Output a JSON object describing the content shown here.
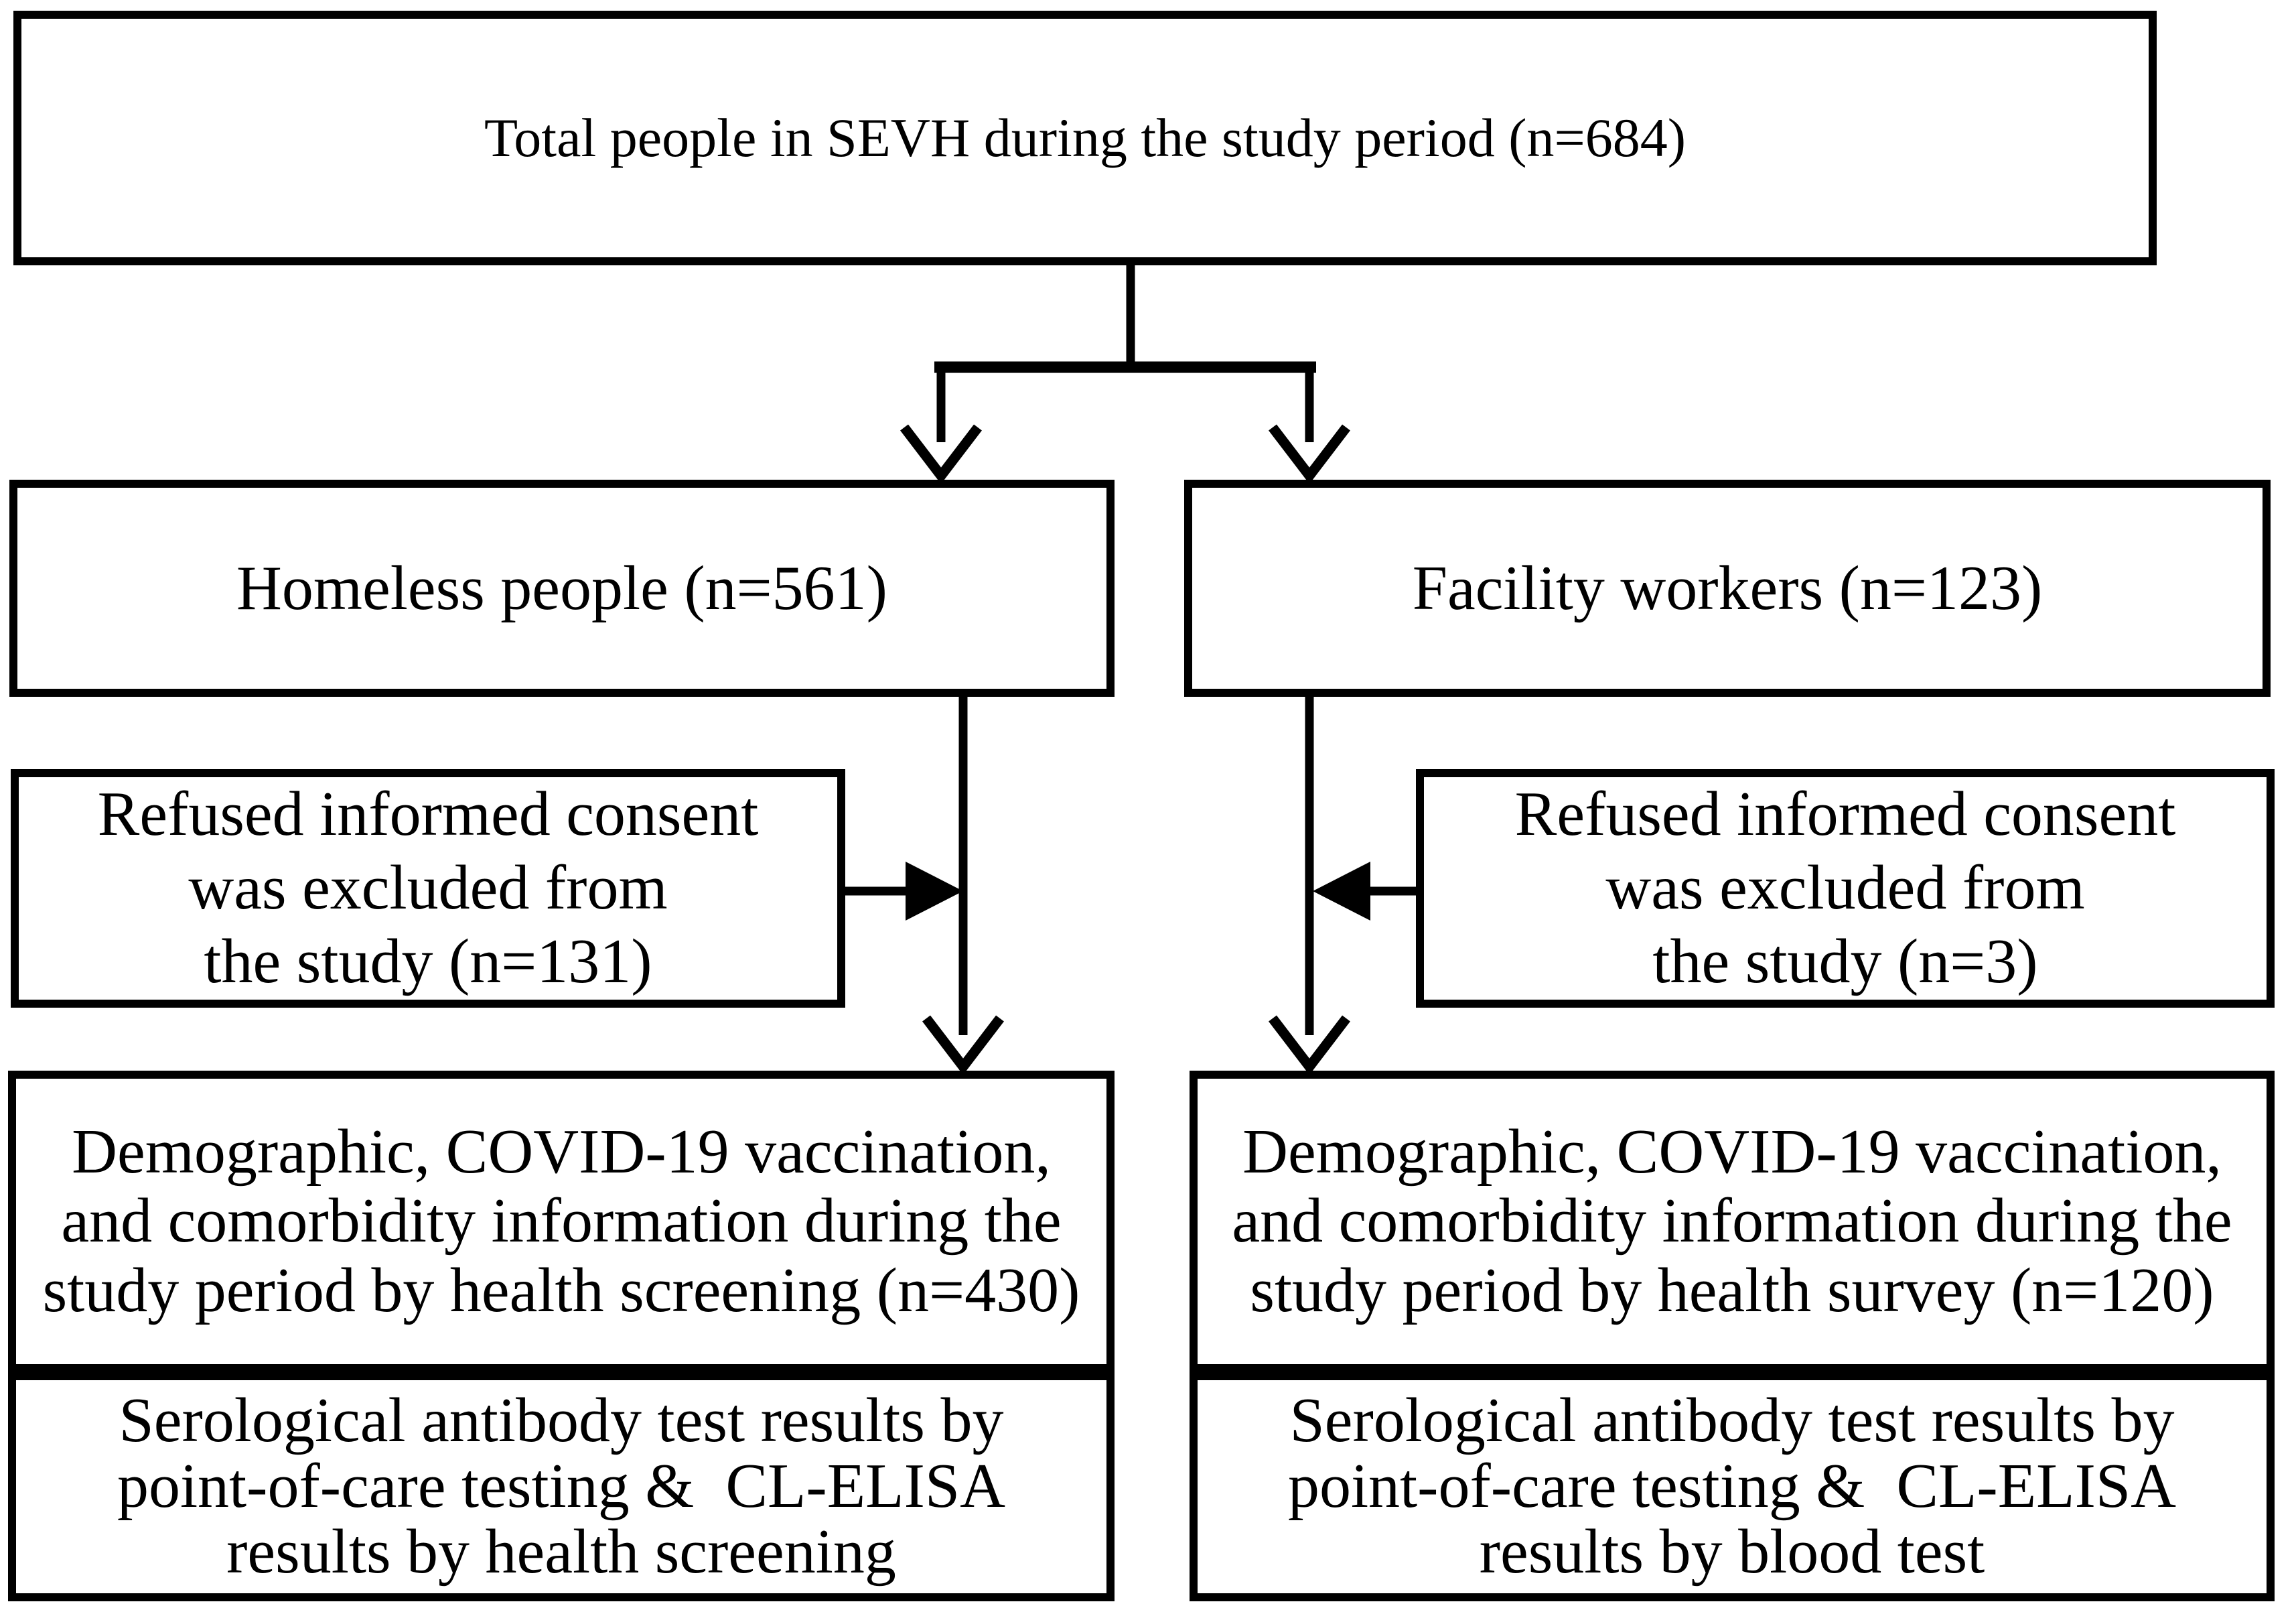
{
  "boxes": {
    "total": {
      "text": "Total people in SEVH during the study period (n=684)"
    },
    "homeless": {
      "text": "Homeless people (n=561)"
    },
    "facility": {
      "text": "Facility workers (n=123)"
    },
    "excluded_homeless": {
      "text": "Refused informed consent\nwas excluded from\nthe study (n=131)"
    },
    "excluded_facility": {
      "text": "Refused informed consent\nwas excluded from\nthe study (n=3)"
    },
    "info_homeless": {
      "text": "Demographic, COVID-19 vaccination,\nand comorbidity information during the\nstudy period by health screening (n=430)"
    },
    "info_facility": {
      "text": "Demographic, COVID-19 vaccination,\nand comorbidity information during the\nstudy period by health survey (n=120)"
    },
    "serology_homeless": {
      "text": "Serological antibody test results by\npoint-of-care testing &  CL-ELISA\nresults by health screening"
    },
    "serology_facility": {
      "text": "Serological antibody test results by\npoint-of-care testing &  CL-ELISA\nresults by blood test"
    }
  },
  "colors": {
    "line": "#000000",
    "text": "#000000",
    "box_fill": "#ffffff",
    "background": "#ffffff"
  }
}
